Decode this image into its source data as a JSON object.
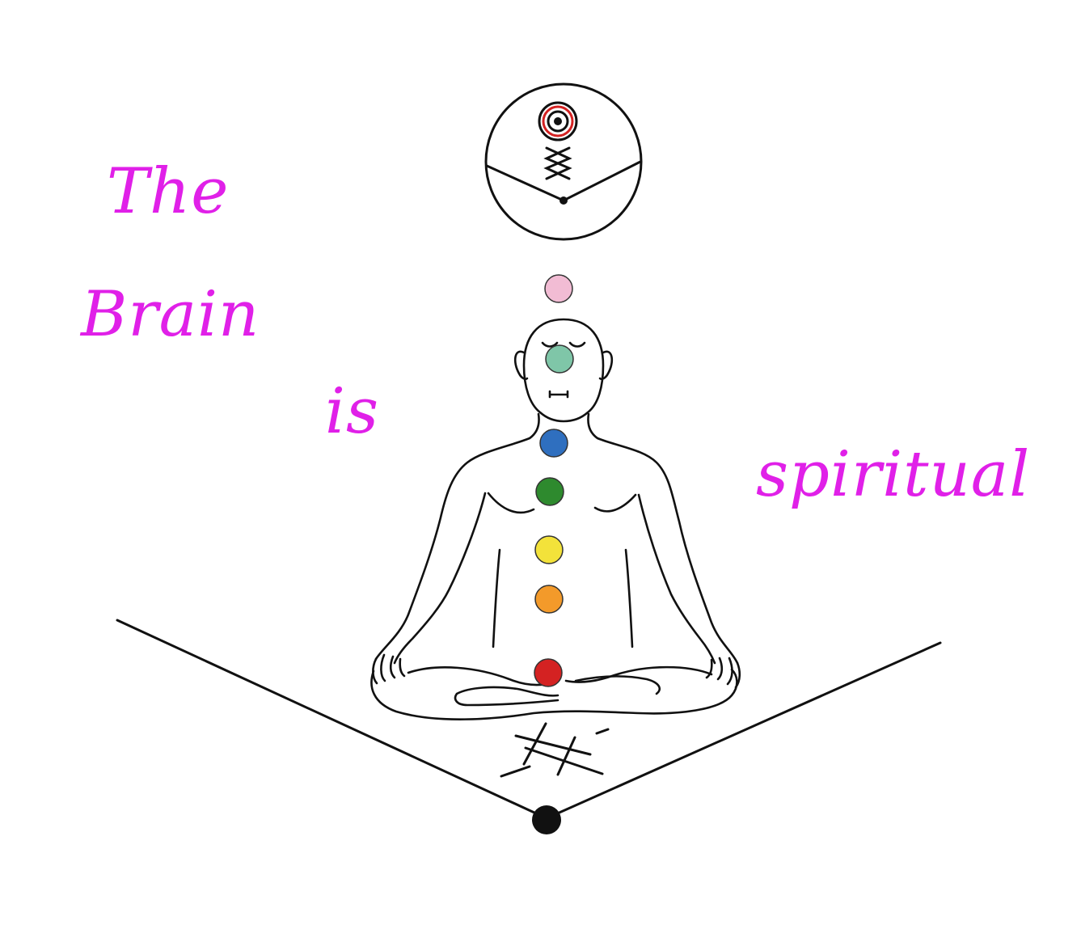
{
  "caption": {
    "word1": "The",
    "word2": "Brain",
    "word3": "is",
    "word4": "spiritual"
  },
  "colors": {
    "text": "#e020e8",
    "line": "#111111",
    "crown_chakra": "#f2bcd4",
    "third_eye_chakra": "#7fc6a8",
    "throat_chakra": "#2f6fbf",
    "heart_chakra": "#2e8a2e",
    "solar_plexus_chakra": "#f3e23a",
    "sacral_chakra": "#f39a2a",
    "root_chakra": "#d42222",
    "target_ring": "#d42222"
  },
  "icons": [
    "target-symbol-icon",
    "zigzag-rune-icon",
    "meditating-figure-icon",
    "ground-rune-icon"
  ]
}
